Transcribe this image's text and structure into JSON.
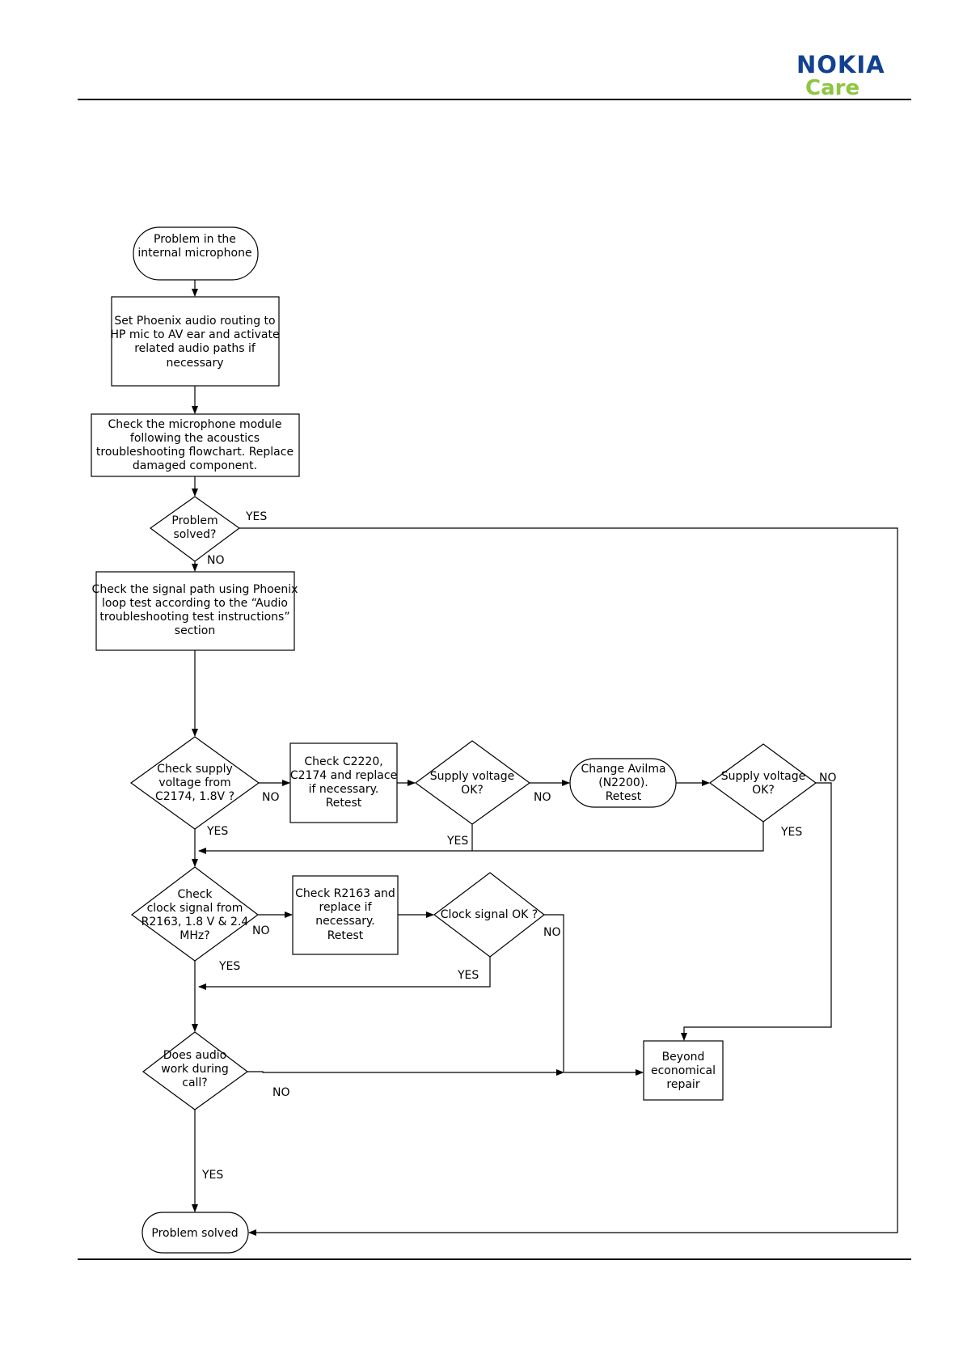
{
  "header": {
    "brand": "NOKIA",
    "sub": "Care",
    "brand_color": "#124191",
    "sub_color": "#8dc63f"
  },
  "nodes": {
    "start": [
      "Problem in the",
      "internal microphone"
    ],
    "set_routing": [
      "Set Phoenix audio routing to",
      "HP mic to AV ear and activate",
      "related audio paths if",
      "necessary"
    ],
    "check_mic": [
      "Check the microphone module",
      "following the acoustics",
      "troubleshooting  flowchart. Replace",
      "damaged component."
    ],
    "problem_solved_q": [
      "Problem",
      "solved?"
    ],
    "check_signal": [
      "Check the signal path using Phoenix",
      "loop test according to the “Audio",
      "troubleshooting test instructions”",
      "section"
    ],
    "check_supply": [
      "Check supply",
      "voltage from",
      "C2174, 1.8V ?"
    ],
    "check_c2220": [
      "Check C2220,",
      "C2174 and replace",
      "if necessary.",
      "Retest"
    ],
    "supply_ok_1": [
      "Supply voltage",
      "OK?"
    ],
    "change_avilma": [
      "Change Avilma",
      "(N2200).",
      "Retest"
    ],
    "supply_ok_2": [
      "Supply voltage",
      "OK?"
    ],
    "check_clock": [
      "Check",
      "clock signal from",
      "R2163, 1.8 V & 2.4",
      "MHz?"
    ],
    "check_r2163": [
      "Check R2163 and",
      "replace if",
      "necessary.",
      "Retest"
    ],
    "clock_ok": [
      "Clock signal OK ?"
    ],
    "audio_call": [
      "Does audio",
      "work during",
      "call?"
    ],
    "beyond_repair": [
      "Beyond",
      "economical",
      "repair"
    ],
    "end": [
      "Problem solved"
    ]
  },
  "edge_labels": {
    "solved_yes": "YES",
    "solved_no": "NO",
    "supply_no": "NO",
    "supply_yes": "YES",
    "supply_ok_1_no": "NO",
    "supply_ok_1_yes": "YES",
    "supply_ok_2_no": "NO",
    "supply_ok_2_yes": "YES",
    "clock_no": "NO",
    "clock_yes": "YES",
    "clock_ok_no": "NO",
    "clock_ok_yes": "YES",
    "audio_no": "NO",
    "audio_yes": "YES"
  }
}
